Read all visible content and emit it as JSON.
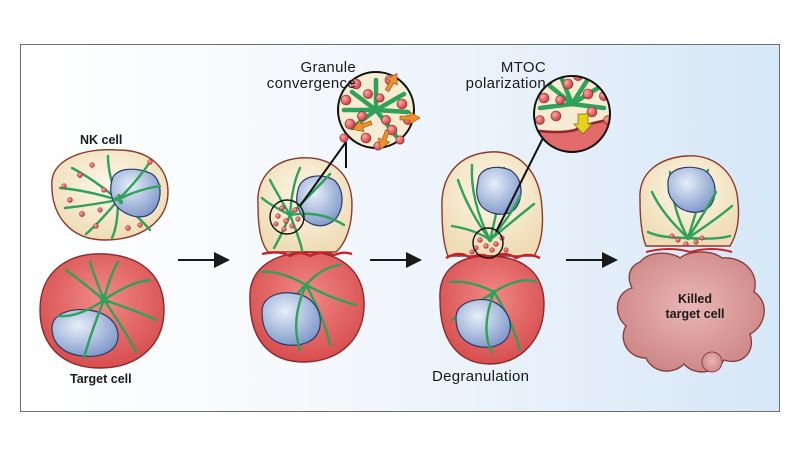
{
  "labels": {
    "nk_cell": "NK cell",
    "target_cell": "Target cell",
    "granule_line1": "Granule",
    "granule_line2": "convergence",
    "mtoc_line1": "MTOC",
    "mtoc_line2": "polarization",
    "degranulation": "Degranulation",
    "killed_line1": "Killed",
    "killed_line2": "target cell"
  },
  "colors": {
    "nk_cytoplasm": "#f6ecd4",
    "target_cytoplasm": "#e26a6a",
    "killed_cell": "#d79a9a",
    "nucleus": "#8fa8d6",
    "microtubule": "#2fa15a",
    "granule": "#e0585d",
    "arrow_orange": "#f1902a",
    "arrow_yellow": "#e7d21b"
  },
  "stages": [
    "NK cell and target cell",
    "Granule convergence",
    "MTOC polarization / Degranulation",
    "Killed target cell"
  ]
}
